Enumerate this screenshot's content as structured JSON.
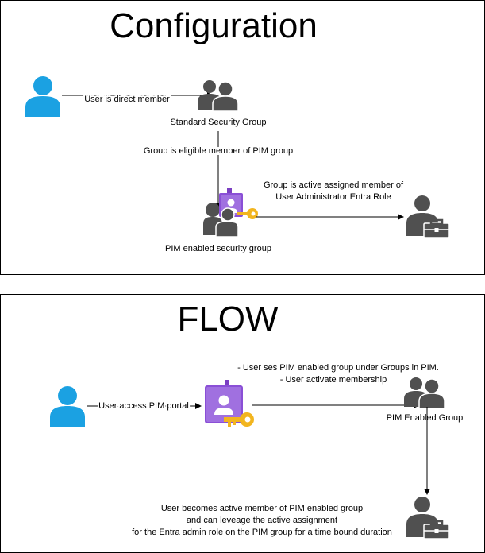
{
  "configuration": {
    "title": "Configuration",
    "edge_direct_member": "User is direct member",
    "standard_group_label": "Standard Security Group",
    "edge_eligible": "Group is eligible member of PIM group",
    "edge_active_line1": "Group is active assigned member of",
    "edge_active_line2": "User Administrator Entra Role",
    "pim_group_label": "PIM enabled security group",
    "icons": [
      "user-icon",
      "group-icon",
      "pim-badge-key-icon",
      "admin-user-icon"
    ]
  },
  "flow": {
    "title": "FLOW",
    "edge_access": "User access PIM portal",
    "note_line1": "- User ses PIM enabled group under Groups in PIM.",
    "note_line2": "- User activate membership",
    "pim_enabled_group_label": "PIM Enabled Group",
    "result_line1": "User becomes active member of PIM enabled group",
    "result_line2": "and can leveage the active assignment",
    "result_line3": "for the Entra admin role on the PIM group for a time bound duration",
    "icons": [
      "user-icon",
      "pim-badge-key-icon",
      "group-icon",
      "admin-user-icon"
    ]
  },
  "colors": {
    "user_blue": "#1ba1e2",
    "icon_dark": "#505050",
    "badge_purple": "#7b3fc2",
    "badge_purple_light": "#a870e6",
    "key_gold": "#f2b51f"
  }
}
